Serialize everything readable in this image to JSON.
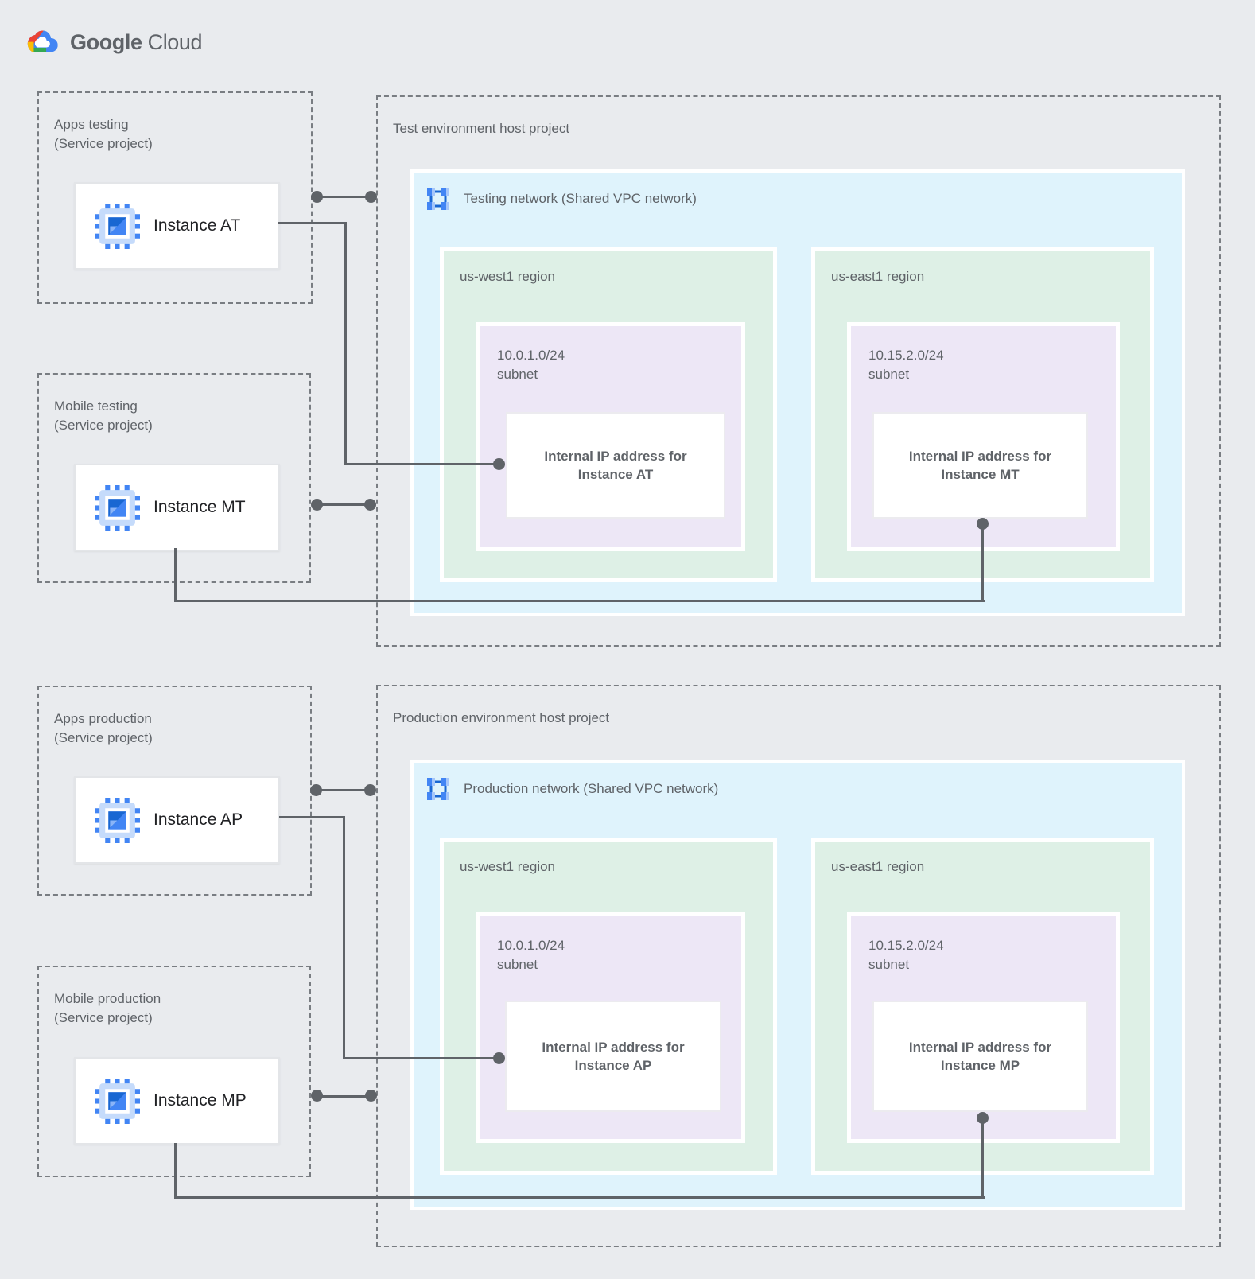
{
  "colors": {
    "bg": "#E9EBEE",
    "line": "#5F6368",
    "dash-border": "#797D82",
    "blue-box": "#DFF3FC",
    "green-box": "#DEF0E6",
    "purple-box": "#EDE7F6",
    "card-border": "#E3E5E8",
    "ip-card-border": "#ECEBEF",
    "text-gray": "#5F6368",
    "text-dark": "#202124",
    "google-blue": "#4285F4"
  },
  "logo": {
    "brand_primary": "Google",
    "brand_secondary": "Cloud",
    "icon": "google-cloud-logo-icon"
  },
  "icons": {
    "instance": "compute-engine-icon",
    "network": "vpc-network-icon"
  },
  "test": {
    "projects": [
      {
        "name": "Apps testing",
        "subtitle": "(Service project)",
        "instance": "Instance AT"
      },
      {
        "name": "Mobile testing",
        "subtitle": "(Service project)",
        "instance": "Instance MT"
      }
    ],
    "host": {
      "title": "Test environment host project",
      "network_title": "Testing network (Shared VPC network)",
      "regions": [
        {
          "name": "us-west1 region",
          "cidr": "10.0.1.0/24",
          "subnet_word": "subnet",
          "ip_line1": "Internal IP address for",
          "ip_line2": "Instance AT"
        },
        {
          "name": "us-east1 region",
          "cidr": "10.15.2.0/24",
          "subnet_word": "subnet",
          "ip_line1": "Internal IP address for",
          "ip_line2": "Instance MT"
        }
      ]
    }
  },
  "prod": {
    "projects": [
      {
        "name": "Apps production",
        "subtitle": "(Service project)",
        "instance": "Instance AP"
      },
      {
        "name": "Mobile production",
        "subtitle": "(Service project)",
        "instance": "Instance MP"
      }
    ],
    "host": {
      "title": "Production environment host project",
      "network_title": "Production network (Shared VPC network)",
      "regions": [
        {
          "name": "us-west1 region",
          "cidr": "10.0.1.0/24",
          "subnet_word": "subnet",
          "ip_line1": "Internal IP address for",
          "ip_line2": "Instance AP"
        },
        {
          "name": "us-east1 region",
          "cidr": "10.15.2.0/24",
          "subnet_word": "subnet",
          "ip_line1": "Internal IP address for",
          "ip_line2": "Instance MP"
        }
      ]
    }
  }
}
